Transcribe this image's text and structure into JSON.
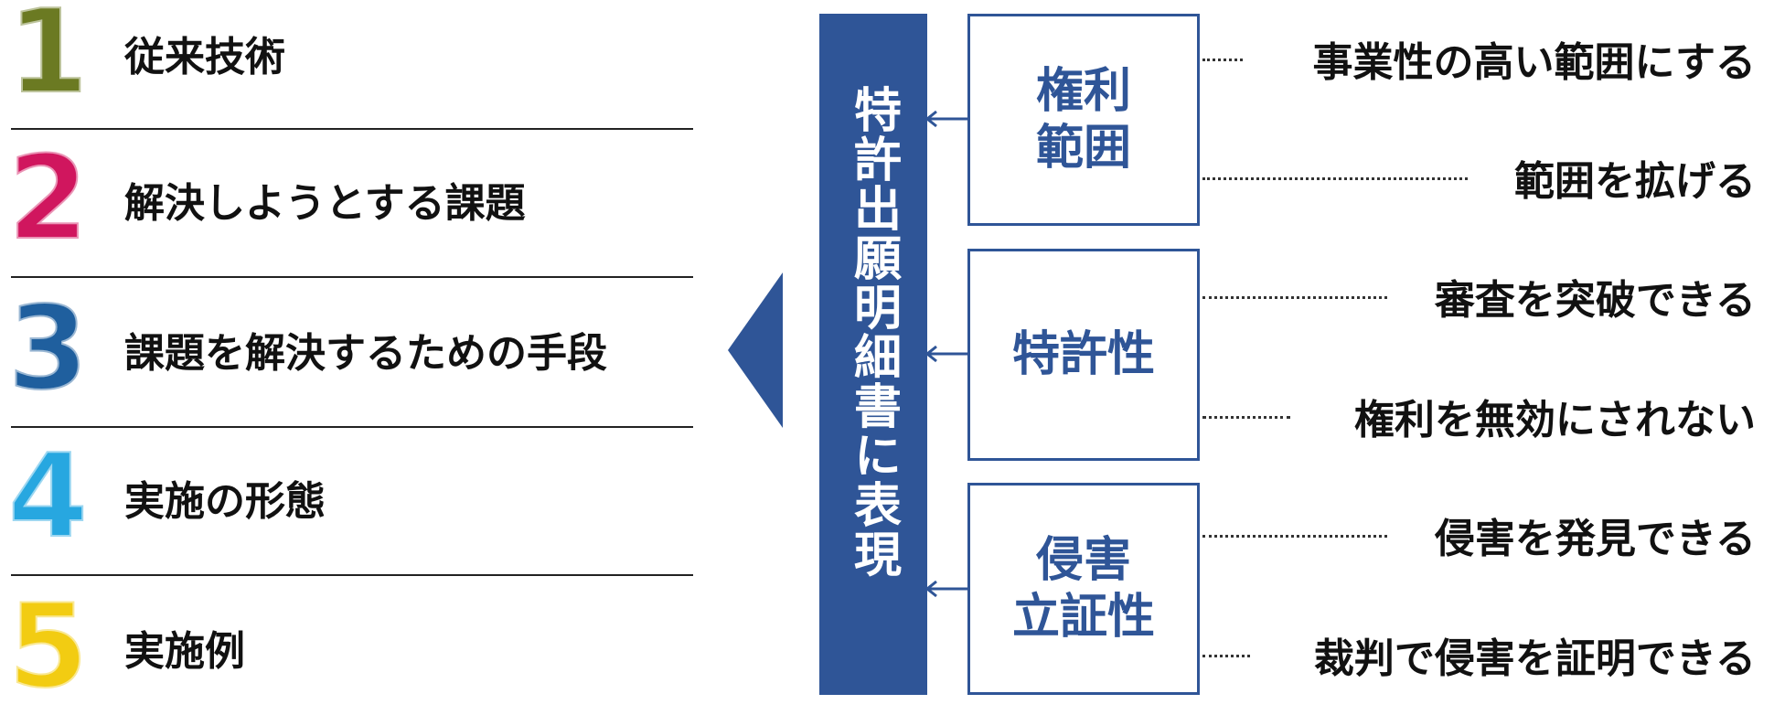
{
  "colors": {
    "navy": "#2f5597",
    "num1": "#6b7a22",
    "num2": "#d0165e",
    "num3": "#1f5f9e",
    "num4": "#27a7e0",
    "num5": "#f2cc12"
  },
  "list": {
    "items": [
      {
        "number": "1",
        "label": "従来技術"
      },
      {
        "number": "2",
        "label": "解決しようとする課題"
      },
      {
        "number": "3",
        "label": "課題を解決するための手段"
      },
      {
        "number": "4",
        "label": "実施の形態"
      },
      {
        "number": "5",
        "label": "実施例"
      }
    ]
  },
  "center": {
    "title": "特許出願明細書に表現"
  },
  "boxes": [
    {
      "label": "権利\n範囲"
    },
    {
      "label": "特許性"
    },
    {
      "label": "侵害\n立証性"
    }
  ],
  "outcomes": [
    "事業性の高い範囲にする",
    "範囲を拡げる",
    "審査を突破できる",
    "権利を無効にされない",
    "侵害を発見できる",
    "裁判で侵害を証明できる"
  ]
}
